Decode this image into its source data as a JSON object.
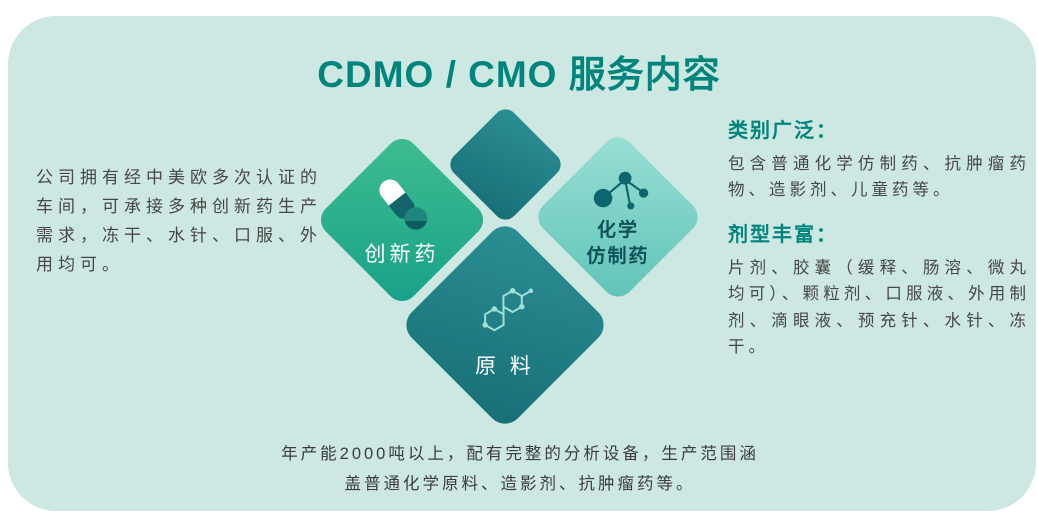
{
  "title": "CDMO / CMO 服务内容",
  "left_note": "公司拥有经中美欧多次认证的车间，可承接多种创新药生产需求，冻干、水针、口服、外用均可。",
  "diamonds": {
    "top": {
      "icon": "accent-diamond"
    },
    "innovative": {
      "label": "创新药",
      "icon": "capsule-icon"
    },
    "generic": {
      "label_line1": "化学",
      "label_line2": "仿制药",
      "icon": "molecule-icon"
    },
    "raw": {
      "label": "原 料",
      "icon": "hexagon-structure-icon"
    }
  },
  "right_sections": [
    {
      "heading": "类别广泛：",
      "body": "包含普通化学仿制药、抗肿瘤药物、造影剂、儿童药等。"
    },
    {
      "heading": "剂型丰富：",
      "body": "片剂、胶囊（缓释、肠溶、微丸均可）、颗粒剂、口服液、外用制剂、滴眼液、预充针、水针、冻干。"
    }
  ],
  "bottom_note": "年产能2000吨以上，配有完整的分析设备，生产范围涵盖普通化学原料、造影剂、抗肿瘤药等。",
  "colors": {
    "card": "#cde8e3",
    "title": "#00857c",
    "green_a": "#3fbd8f",
    "green_b": "#17a189",
    "teal_a": "#9adfd5",
    "teal_b": "#5fc3b8",
    "dark_a": "#2b8f93",
    "dark_b": "#176e77",
    "text": "#474747",
    "label_dark": "#0d5057",
    "icon_dark": "#0d666d",
    "hex_light": "#9fe0d7",
    "white": "#ffffff"
  }
}
